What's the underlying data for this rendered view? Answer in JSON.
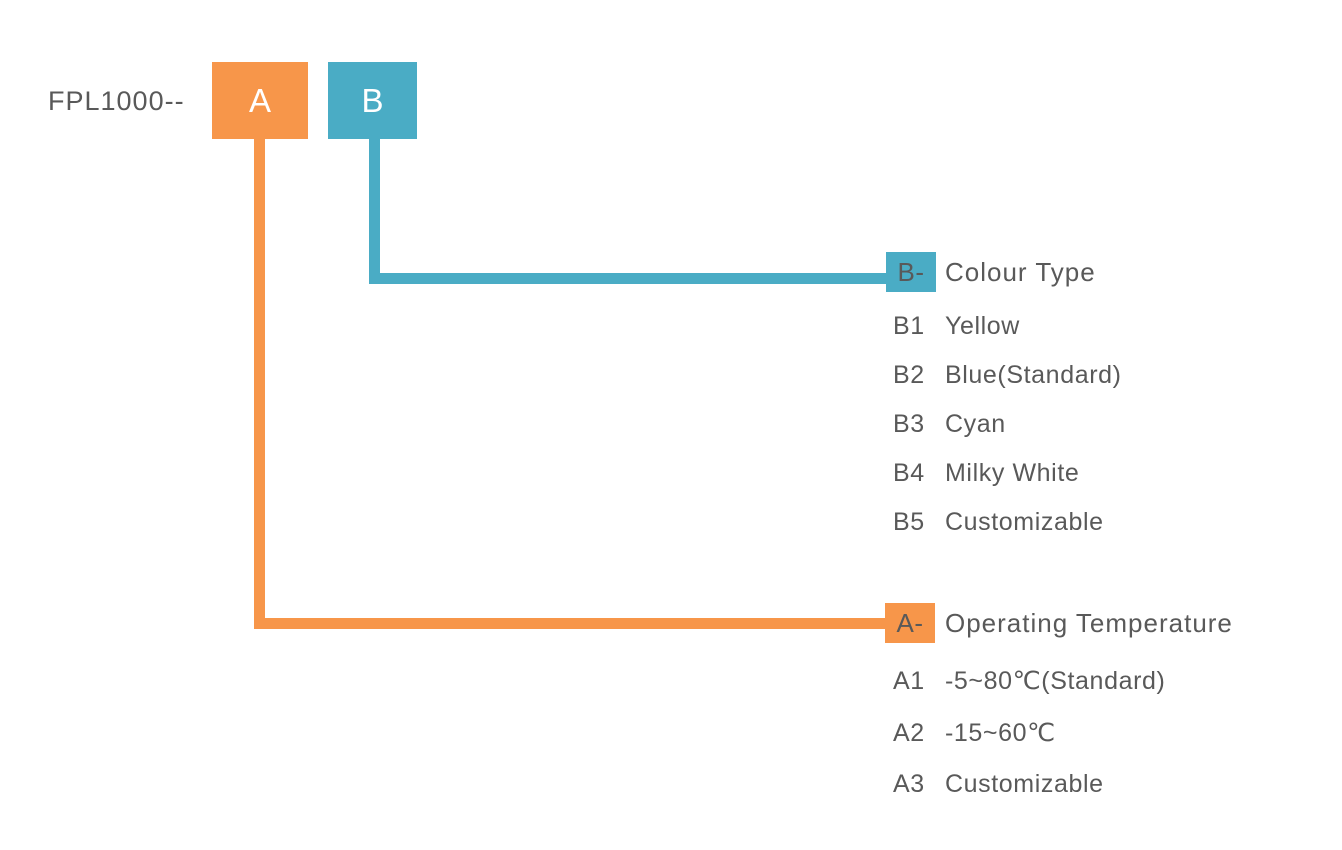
{
  "colors": {
    "orange": "#F7964A",
    "teal": "#4AACC5",
    "text": "#595959"
  },
  "header": {
    "product_code": "FPL1000--",
    "code_a": "A",
    "code_b": "B"
  },
  "legend_b": {
    "badge": "B-",
    "title": "Colour Type",
    "items": [
      {
        "code": "B1",
        "label": "Yellow"
      },
      {
        "code": "B2",
        "label": "Blue(Standard)"
      },
      {
        "code": "B3",
        "label": "Cyan"
      },
      {
        "code": "B4",
        "label": "Milky White"
      },
      {
        "code": "B5",
        "label": "Customizable"
      }
    ]
  },
  "legend_a": {
    "badge": "A-",
    "title": "Operating Temperature",
    "items": [
      {
        "code": "A1",
        "label": "-5~80℃(Standard)"
      },
      {
        "code": "A2",
        "label": "-15~60℃"
      },
      {
        "code": "A3",
        "label": "Customizable"
      }
    ]
  }
}
